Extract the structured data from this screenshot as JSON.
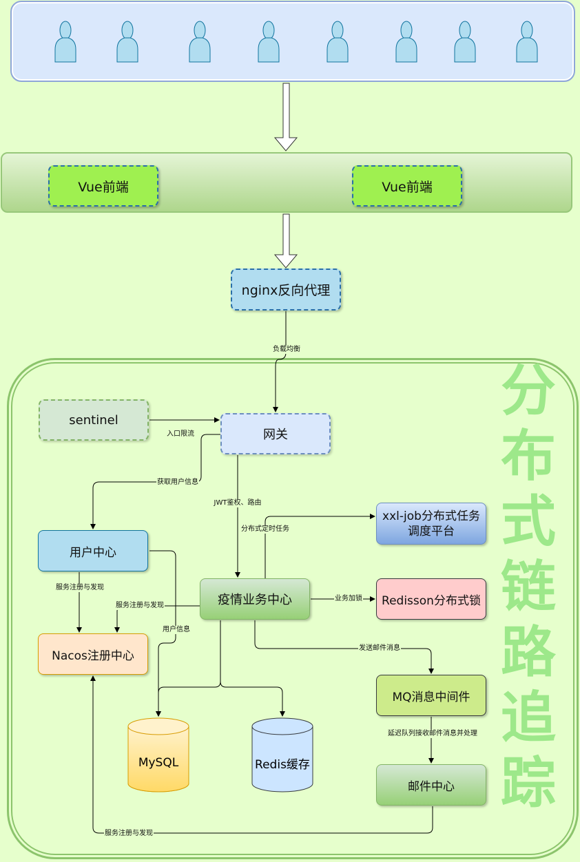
{
  "users": {
    "icon": "user-icon",
    "count": 8
  },
  "frontend": {
    "left_label": "Vue前端",
    "right_label": "Vue前端"
  },
  "proxy": {
    "label": "nginx反向代理"
  },
  "nodes": {
    "sentinel": "sentinel",
    "gateway": "网关",
    "user_center": "用户中心",
    "xxl_job": [
      "xxl-job分布式任务",
      "调度平台"
    ],
    "epidemic": "疫情业务中心",
    "redisson": "Redisson分布式锁",
    "nacos": "Nacos注册中心",
    "mq": "MQ消息中间件",
    "mail": "邮件中心",
    "mysql": "MySQL",
    "redis": "Redis缓存"
  },
  "edges": {
    "load_balance": "负载均衡",
    "entry_limit": "入口限流",
    "get_user_info": "获取用户信息",
    "jwt": "JWT鉴权、路由",
    "dist_task": "分布式定时任务",
    "reg_discover_user": "服务注册与发现",
    "reg_discover_epidemic": "服务注册与发现",
    "user_info": "用户信息",
    "biz_lock": "业务加锁",
    "send_mail": "发送邮件消息",
    "delay_queue": "延迟队列接收邮件消息并处理",
    "reg_discover_mail": "服务注册与发现"
  },
  "side_title": [
    "分",
    "布",
    "式",
    "链",
    "路",
    "追",
    "踪"
  ],
  "colors": {
    "background": "#e6ffcc",
    "users_panel": "#dae8fc",
    "vue": "#9ff050",
    "nginx": "#b1ddf0",
    "frame": "#8cc46c",
    "side_title": "#9de88a"
  }
}
